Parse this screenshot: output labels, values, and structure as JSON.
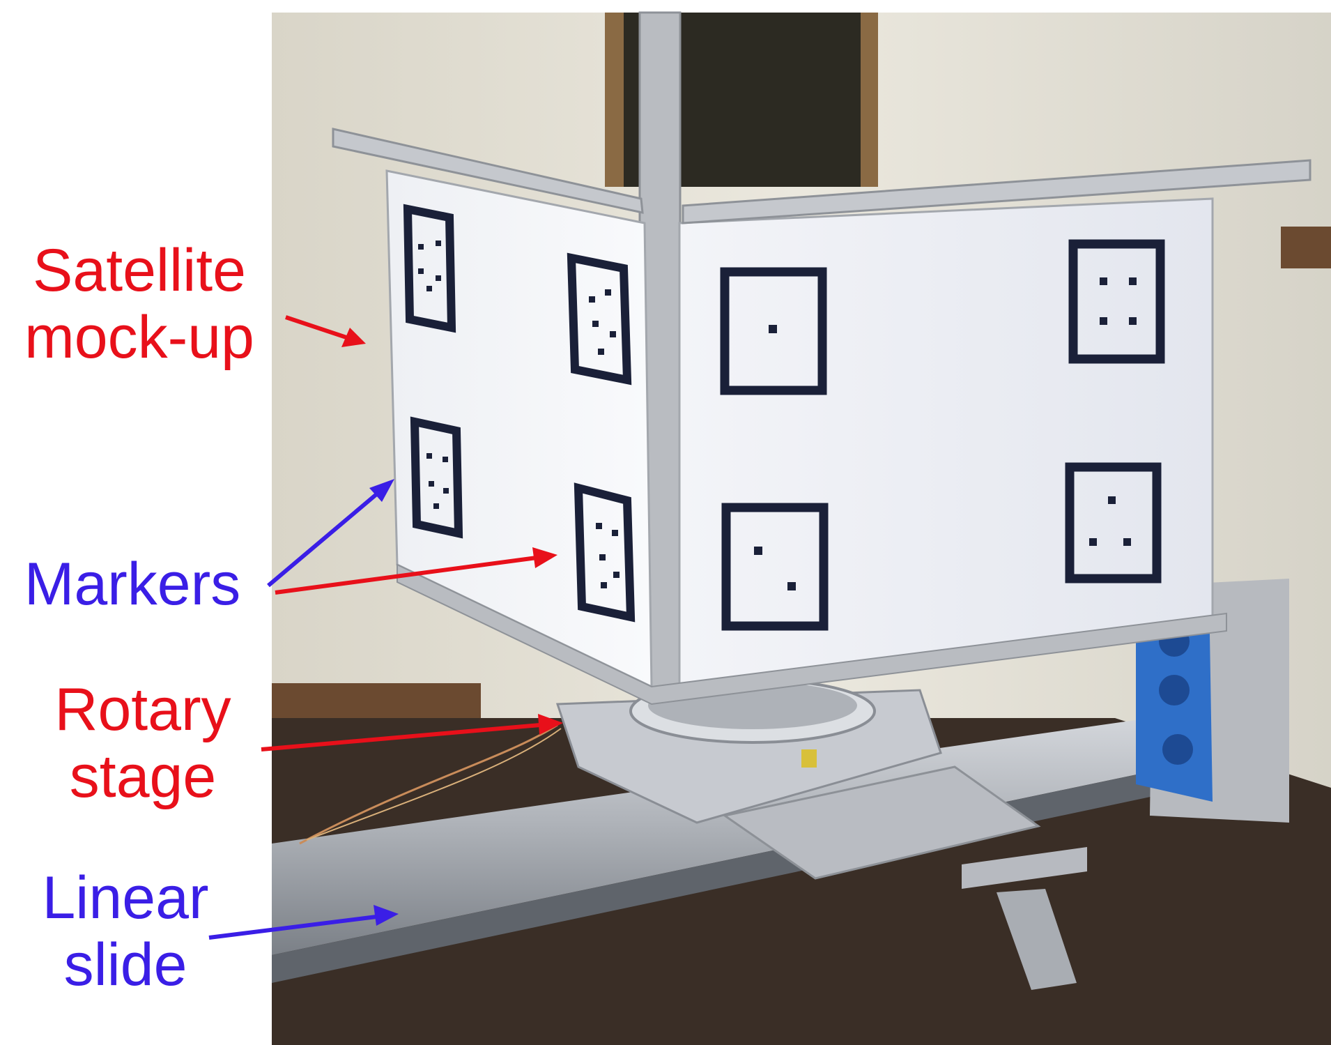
{
  "colors": {
    "red_label": "#e8101a",
    "blue_label": "#3a1ee6",
    "wall": "#e9e6dc",
    "floor": "#3a2e26",
    "panel": "#f6f7fa",
    "marker": "#1a2038",
    "aluminium": "#c9ccd1",
    "motor_box": "#2f6fc8"
  },
  "annotations": {
    "satellite": {
      "line1": "Satellite",
      "line2": "mock-up"
    },
    "markers": {
      "line1": "Markers"
    },
    "rotary": {
      "line1": "Rotary",
      "line2": "stage"
    },
    "linear": {
      "line1": "Linear",
      "line2": "slide"
    }
  }
}
